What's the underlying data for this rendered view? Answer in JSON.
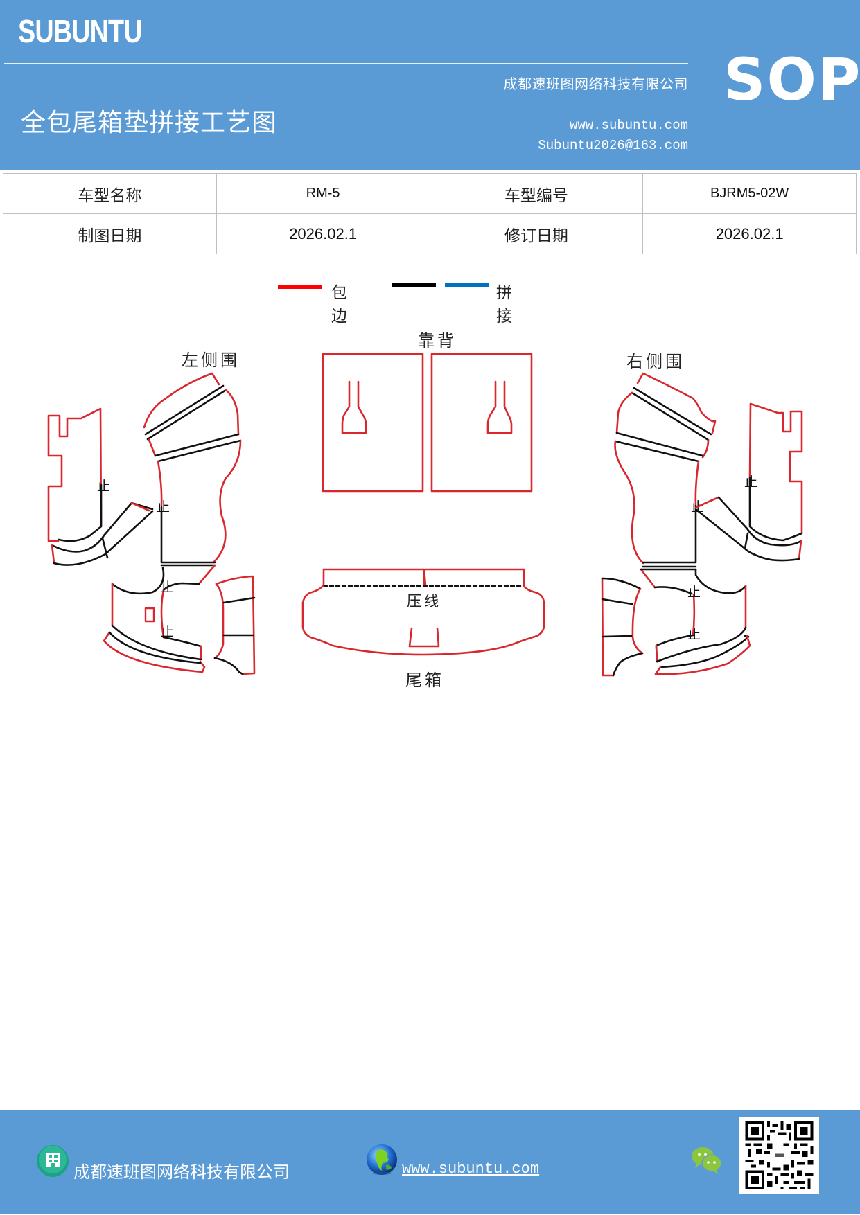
{
  "header": {
    "brand": "SUBUNTU",
    "company": "成都速班图网络科技有限公司",
    "title": "全包尾箱垫拼接工艺图",
    "website": "www.subuntu.com",
    "email": "Subuntu2026@163.com",
    "badge": "SOP",
    "background_color": "#5b9bd5"
  },
  "info_table": {
    "rows": [
      [
        {
          "label": "车型名称",
          "value": "RM-5"
        },
        {
          "label": "车型编号",
          "value": "BJRM5-02W"
        }
      ],
      [
        {
          "label": "制图日期",
          "value": "2026.02.1"
        },
        {
          "label": "修订日期",
          "value": "2026.02.1"
        }
      ]
    ]
  },
  "legend": {
    "items": [
      {
        "label": "包边",
        "color": "#ff0000"
      },
      {
        "label": "",
        "color": "#000000"
      },
      {
        "label": "拼接",
        "color": "#0070c0"
      }
    ]
  },
  "diagram": {
    "line_colors": {
      "edge": "#d9272e",
      "seam": "#111111"
    },
    "sections": {
      "left_side": "左侧围",
      "backrest": "靠背",
      "right_side": "右侧围",
      "press_line": "压线",
      "trunk": "尾箱"
    },
    "marker_glyph": "止"
  },
  "footer": {
    "company": "成都速班图网络科技有限公司",
    "website": "www.subuntu.com",
    "icons": [
      "building-icon",
      "globe-icon",
      "wechat-icon",
      "qr-code"
    ]
  }
}
